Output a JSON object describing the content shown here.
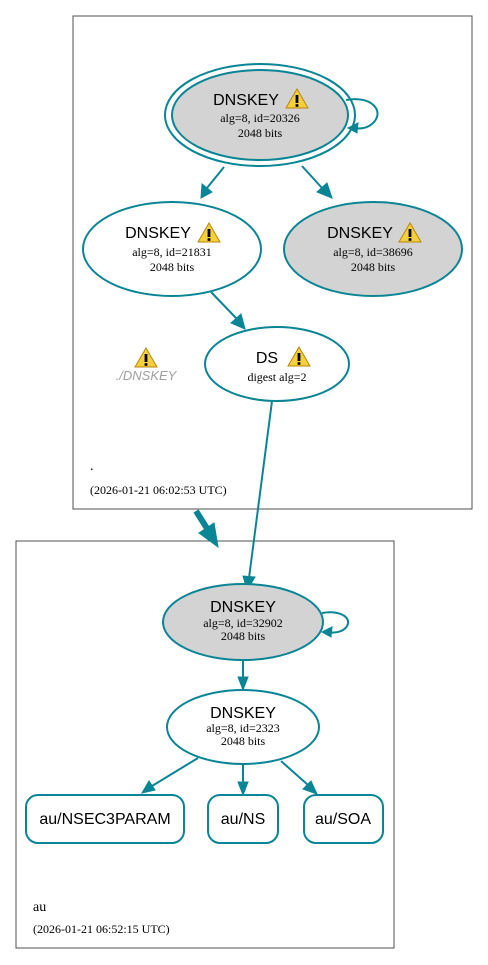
{
  "zones": {
    "root": {
      "name": ".",
      "timestamp": "(2026-01-21 06:02:53 UTC)"
    },
    "au": {
      "name": "au",
      "timestamp": "(2026-01-21 06:52:15 UTC)"
    }
  },
  "nodes": {
    "root_ksk": {
      "title": "DNSKEY",
      "line1": "alg=8, id=20326",
      "line2": "2048 bits"
    },
    "root_zsk1": {
      "title": "DNSKEY",
      "line1": "alg=8, id=21831",
      "line2": "2048 bits"
    },
    "root_zsk2": {
      "title": "DNSKEY",
      "line1": "alg=8, id=38696",
      "line2": "2048 bits"
    },
    "root_ds": {
      "title": "DS",
      "line1": "digest alg=2"
    },
    "root_ghost": {
      "label": "./DNSKEY"
    },
    "au_ksk": {
      "title": "DNSKEY",
      "line1": "alg=8, id=32902",
      "line2": "2048 bits"
    },
    "au_zsk": {
      "title": "DNSKEY",
      "line1": "alg=8, id=2323",
      "line2": "2048 bits"
    },
    "au_nsec3param": {
      "label": "au/NSEC3PARAM"
    },
    "au_ns": {
      "label": "au/NS"
    },
    "au_soa": {
      "label": "au/SOA"
    }
  },
  "colors": {
    "edge": "#0a8595",
    "node_fill_gray": "#d3d3d3",
    "node_fill_white": "#ffffff",
    "warning_fill": "#f5d03c",
    "zone_border": "#505050"
  },
  "icons": {
    "warning": "warning-icon"
  }
}
